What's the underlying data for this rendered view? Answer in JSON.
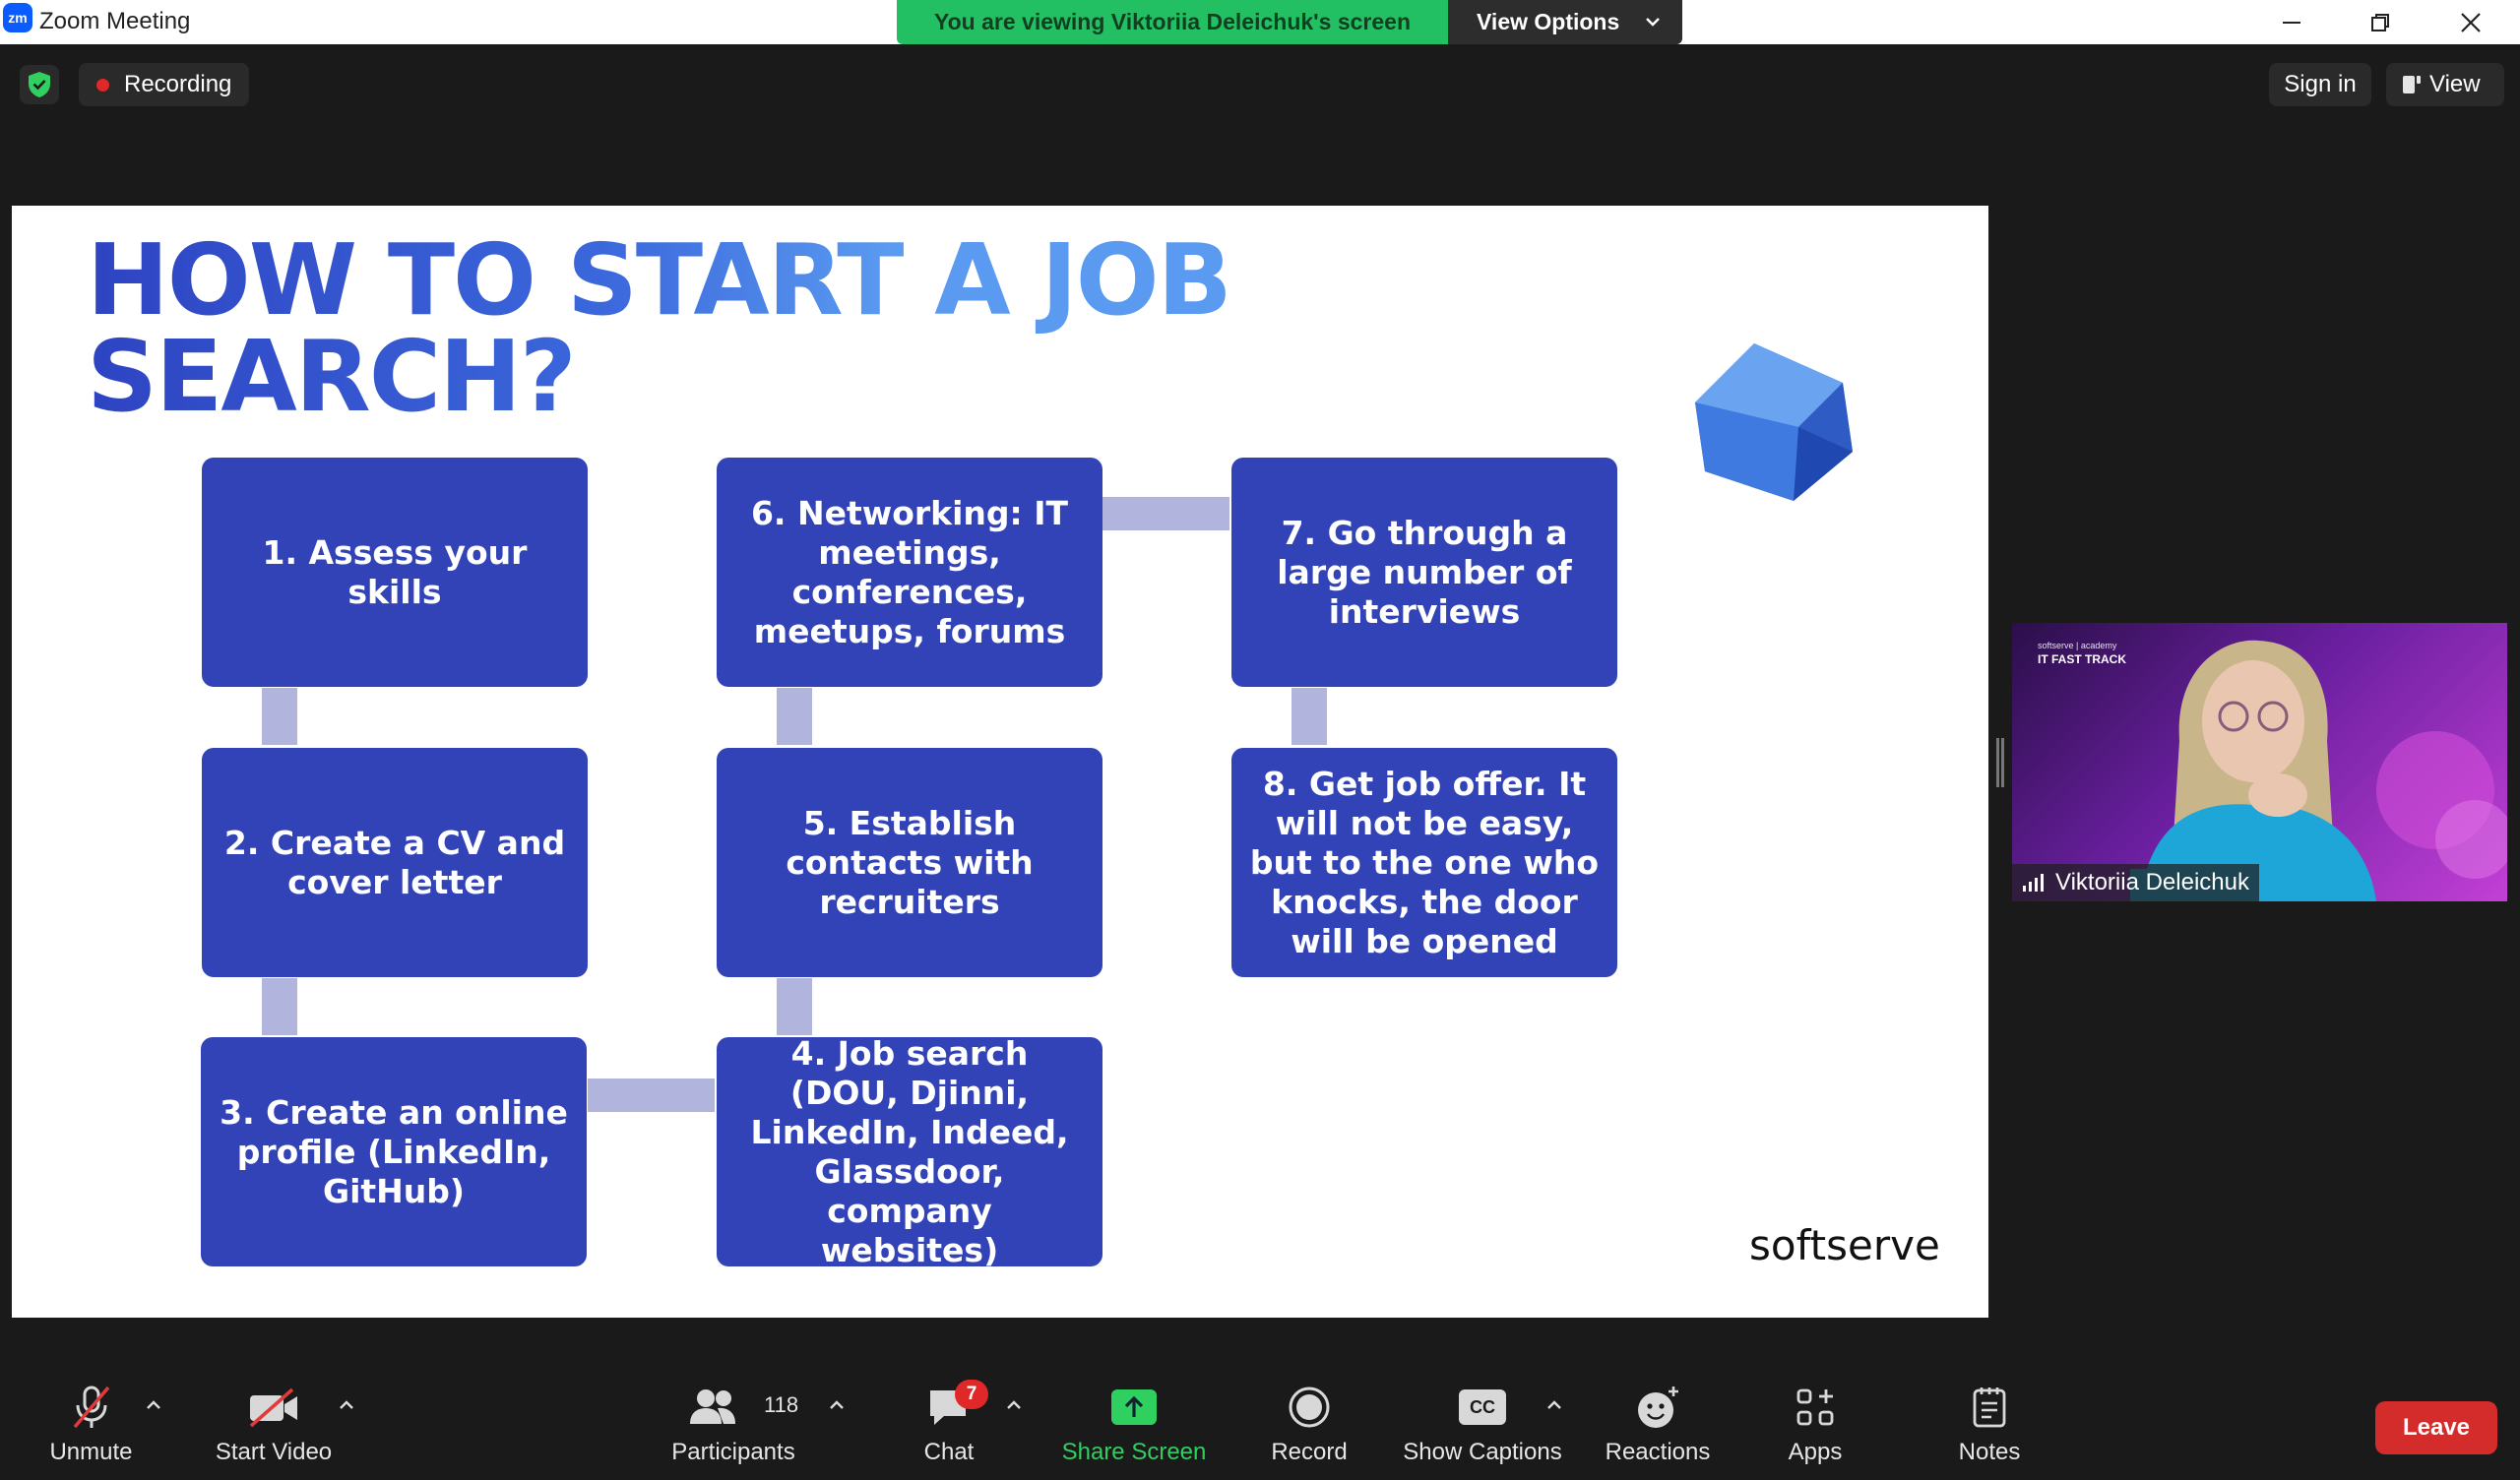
{
  "window": {
    "logo_text": "zm",
    "title": "Zoom Meeting"
  },
  "banner": {
    "viewing_text": "You are viewing Viktoriia Deleichuk's screen",
    "view_options_label": "View Options"
  },
  "topbar": {
    "recording_label": "Recording",
    "sign_in_label": "Sign in",
    "view_label": "View"
  },
  "slide": {
    "title_line1": "HOW TO START A JOB",
    "title_line2": "SEARCH?",
    "steps": [
      "1. Assess your skills",
      "2. Create a CV and cover letter",
      "3. Create an online profile (LinkedIn, GitHub)",
      "4. Job search (DOU, Djinni,  LinkedIn, Indeed, Glassdoor, company websites)",
      "5. Establish contacts with recruiters",
      "6. Networking: IT meetings, conferences, meetups, forums",
      "7. Go through a large number of interviews",
      "8. Get job offer. It will not be easy, but to the one who knocks, the door will be opened"
    ],
    "brand": "softserve"
  },
  "participant": {
    "name": "Viktoriia Deleichuk",
    "bg_brand": "softserve | academy",
    "bg_track": "IT FAST TRACK"
  },
  "toolbar": {
    "unmute": "Unmute",
    "start_video": "Start Video",
    "participants": "Participants",
    "participants_count": "118",
    "chat": "Chat",
    "chat_badge": "7",
    "share_screen": "Share Screen",
    "record": "Record",
    "show_captions": "Show Captions",
    "cc_glyph": "CC",
    "reactions": "Reactions",
    "apps": "Apps",
    "notes": "Notes",
    "leave": "Leave"
  },
  "colors": {
    "banner_green": "#23c063",
    "step_box": "#3243b7",
    "connector": "#b1b4dc",
    "leave_red": "#d42b2b",
    "share_green": "#2fd05f"
  }
}
